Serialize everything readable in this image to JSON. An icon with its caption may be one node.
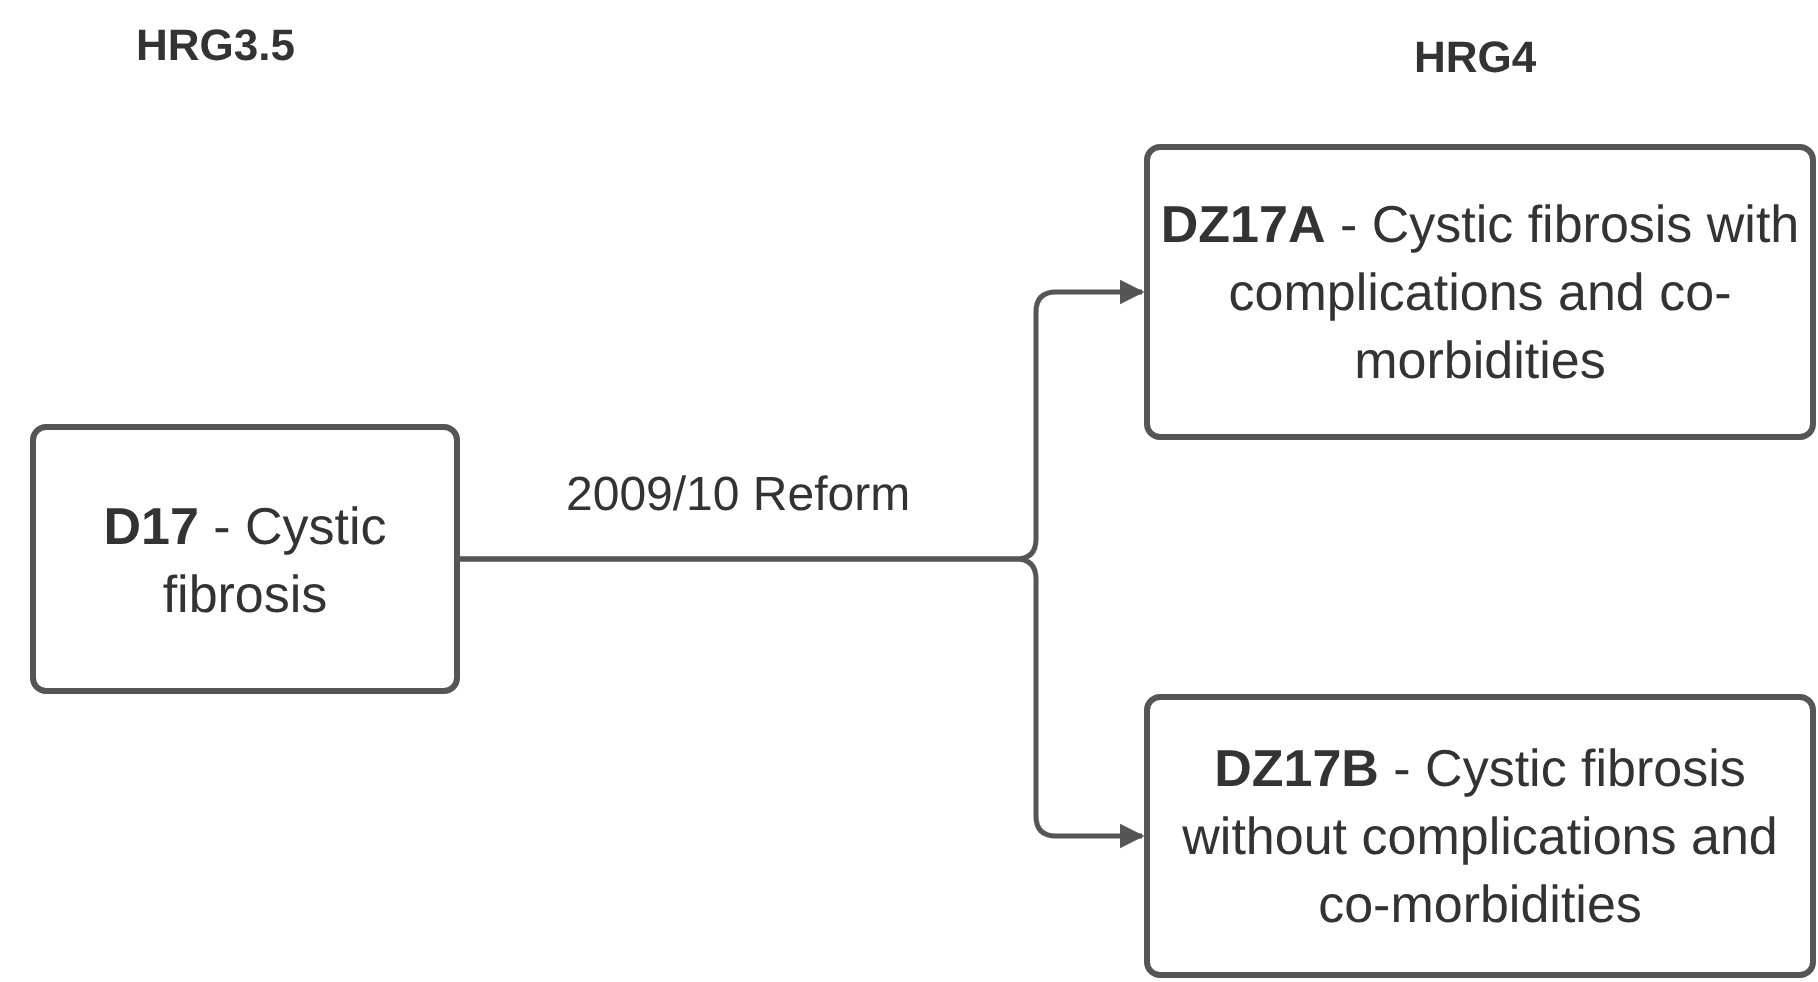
{
  "diagram": {
    "nodes": [
      {
        "text": [
          "**D17** - Cystic fibrosis"
        ]
      },
      {
        "text": [
          "**DZ17A** - Cystic fibrosis with complications and co-morbidities"
        ]
      },
      {
        "text": [
          "**DZ17B** - Cystic fibrosis without complications and co-morbidities"
        ]
      }
    ],
    "edges": [
      {
        "from": 0,
        "to": 1,
        "arrow": "to",
        "label": "2009/10 Reform"
      },
      {
        "from": 0,
        "to": 2,
        "arrow": "to"
      }
    ],
    "labels": [
      "HRG3.5",
      "HRG4"
    ]
  }
}
